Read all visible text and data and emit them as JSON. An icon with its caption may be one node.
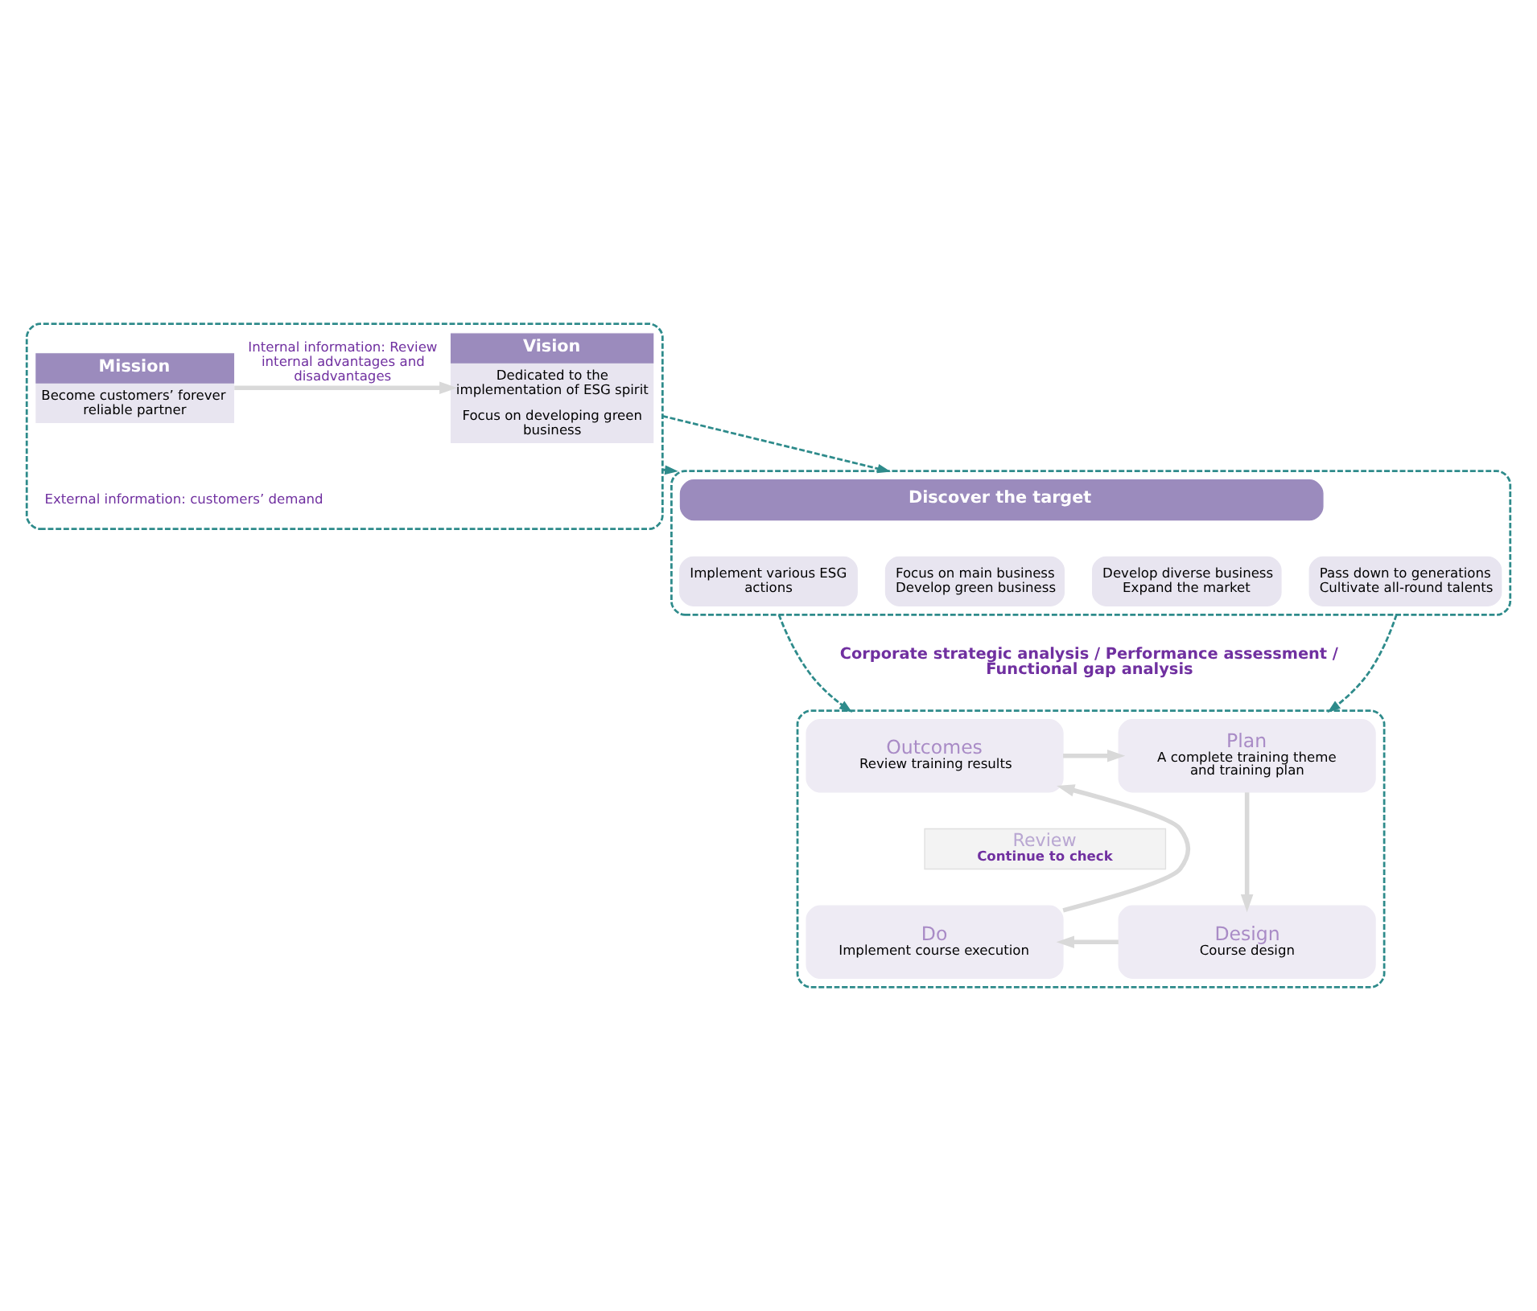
{
  "diagram": {
    "nodes": [
      {
        "text": [],
        "shape": "box"
      },
      {
        "text": [
          "Mission",
          "Become customers’ forever reliable partner"
        ],
        "in": 0
      },
      {
        "text": [
          "Vision",
          "Dedicated to the implementation of ESG spirit",
          "Focus on developing green business"
        ],
        "in": 0
      },
      {
        "text": [],
        "shape": "box"
      },
      {
        "text": [
          "Discover the target"
        ],
        "in": 3
      },
      {
        "text": [
          "Implement various ESG actions"
        ],
        "in": 3
      },
      {
        "text": [
          "Focus on main business",
          "Develop green business"
        ],
        "in": 3
      },
      {
        "text": [
          "Develop diverse business",
          "Expand the market"
        ],
        "in": 3
      },
      {
        "text": [
          "Pass down to generations",
          "Cultivate all-round talents"
        ],
        "in": 3
      },
      {
        "text": [],
        "shape": "box"
      },
      {
        "text": [
          "Outcomes",
          "Review training results"
        ],
        "in": 9
      },
      {
        "text": [
          "Plan",
          "A complete training theme and training plan"
        ],
        "in": 9
      },
      {
        "text": [
          "Review",
          "Continue to check"
        ],
        "in": 9
      },
      {
        "text": [
          "Do",
          "Implement course execution"
        ],
        "in": 9
      },
      {
        "text": [
          "Design",
          "Course design"
        ],
        "in": 9
      }
    ],
    "edges": [
      {
        "from": 1,
        "to": 2,
        "arrow": "to",
        "label": "Internal information: Review internal advantages and disadvantages"
      },
      {
        "from": 0,
        "to": 3,
        "arrow": "to",
        "style": "dashed",
        "color": "#2e8b8b"
      },
      {
        "from": 0,
        "to": 3,
        "arrow": "to",
        "style": "dashed",
        "color": "#2e8b8b"
      },
      {
        "from": 3,
        "to": 9,
        "arrow": "to",
        "style": "dashed",
        "color": "#2e8b8b"
      },
      {
        "from": 3,
        "to": 9,
        "arrow": "to",
        "style": "dashed",
        "color": "#2e8b8b"
      },
      {
        "from": 10,
        "to": 11,
        "arrow": "to"
      },
      {
        "from": 11,
        "to": 14,
        "arrow": "to"
      },
      {
        "from": 14,
        "to": 13,
        "arrow": "to"
      },
      {
        "from": 13,
        "to": 10,
        "arrow": "to"
      }
    ],
    "labels": [
      "External information: customers’ demand",
      "Corporate strategic analysis / Performance assessment / Functional gap analysis"
    ]
  }
}
